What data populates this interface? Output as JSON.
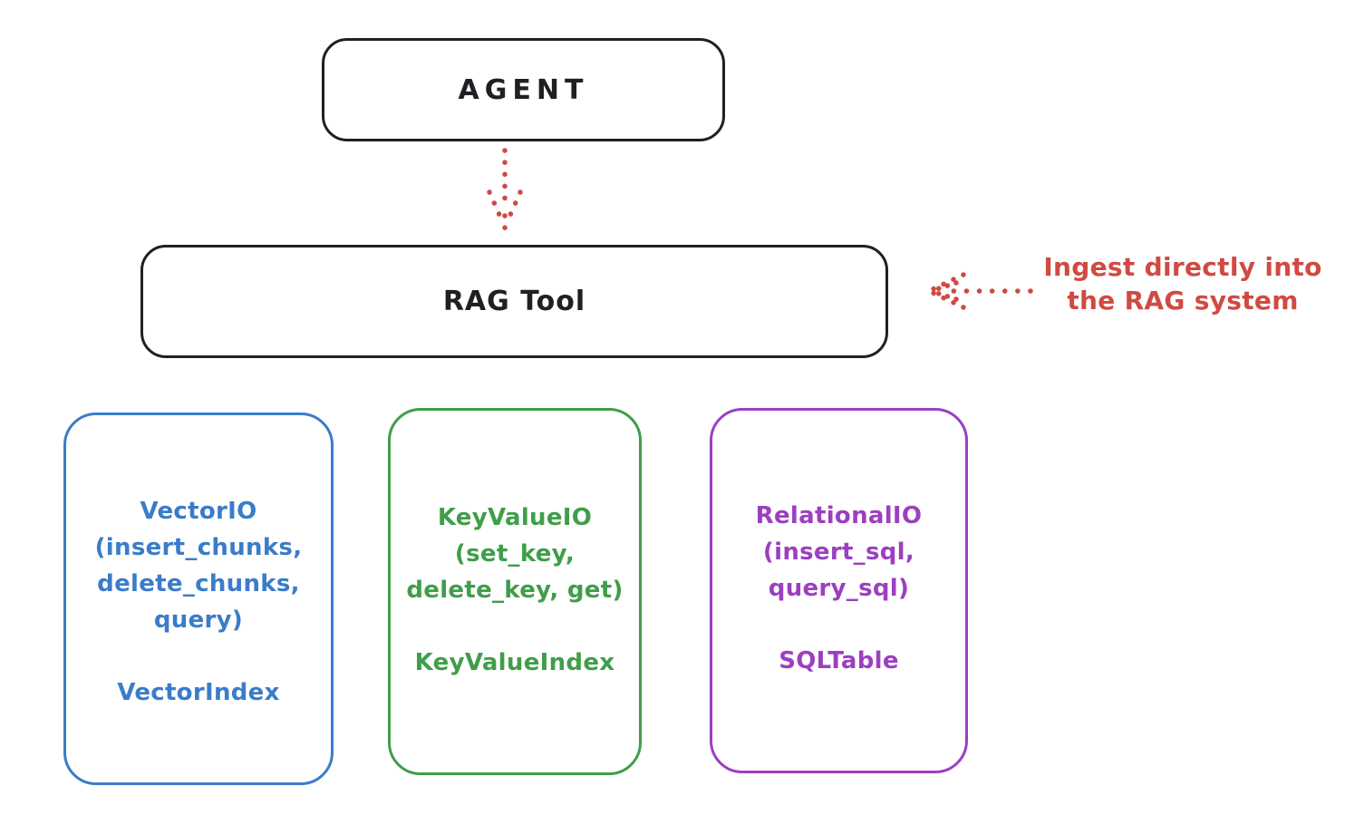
{
  "agent": {
    "label": "AGENT"
  },
  "rag": {
    "label": "RAG Tool"
  },
  "annotation": {
    "line1": "Ingest directly into",
    "line2": "the RAG system"
  },
  "boxes": [
    {
      "id": "vector",
      "color": "#3a7cc9",
      "lines": [
        "VectorIO",
        "(insert_chunks,",
        "delete_chunks,",
        "query)"
      ],
      "footer": "VectorIndex"
    },
    {
      "id": "keyvalue",
      "color": "#3f9e49",
      "lines": [
        "KeyValueIO",
        "(set_key,",
        "delete_key, get)"
      ],
      "footer": "KeyValueIndex"
    },
    {
      "id": "relational",
      "color": "#9c3fc0",
      "lines": [
        "RelationalIO",
        "(insert_sql,",
        "query_sql)"
      ],
      "footer": "SQLTable"
    }
  ],
  "colors": {
    "outline_black": "#1f2023",
    "arrow_red": "#d04a42",
    "vector_blue": "#3a7cc9",
    "keyvalue_green": "#3f9e49",
    "relational_purple": "#9c3fc0"
  }
}
